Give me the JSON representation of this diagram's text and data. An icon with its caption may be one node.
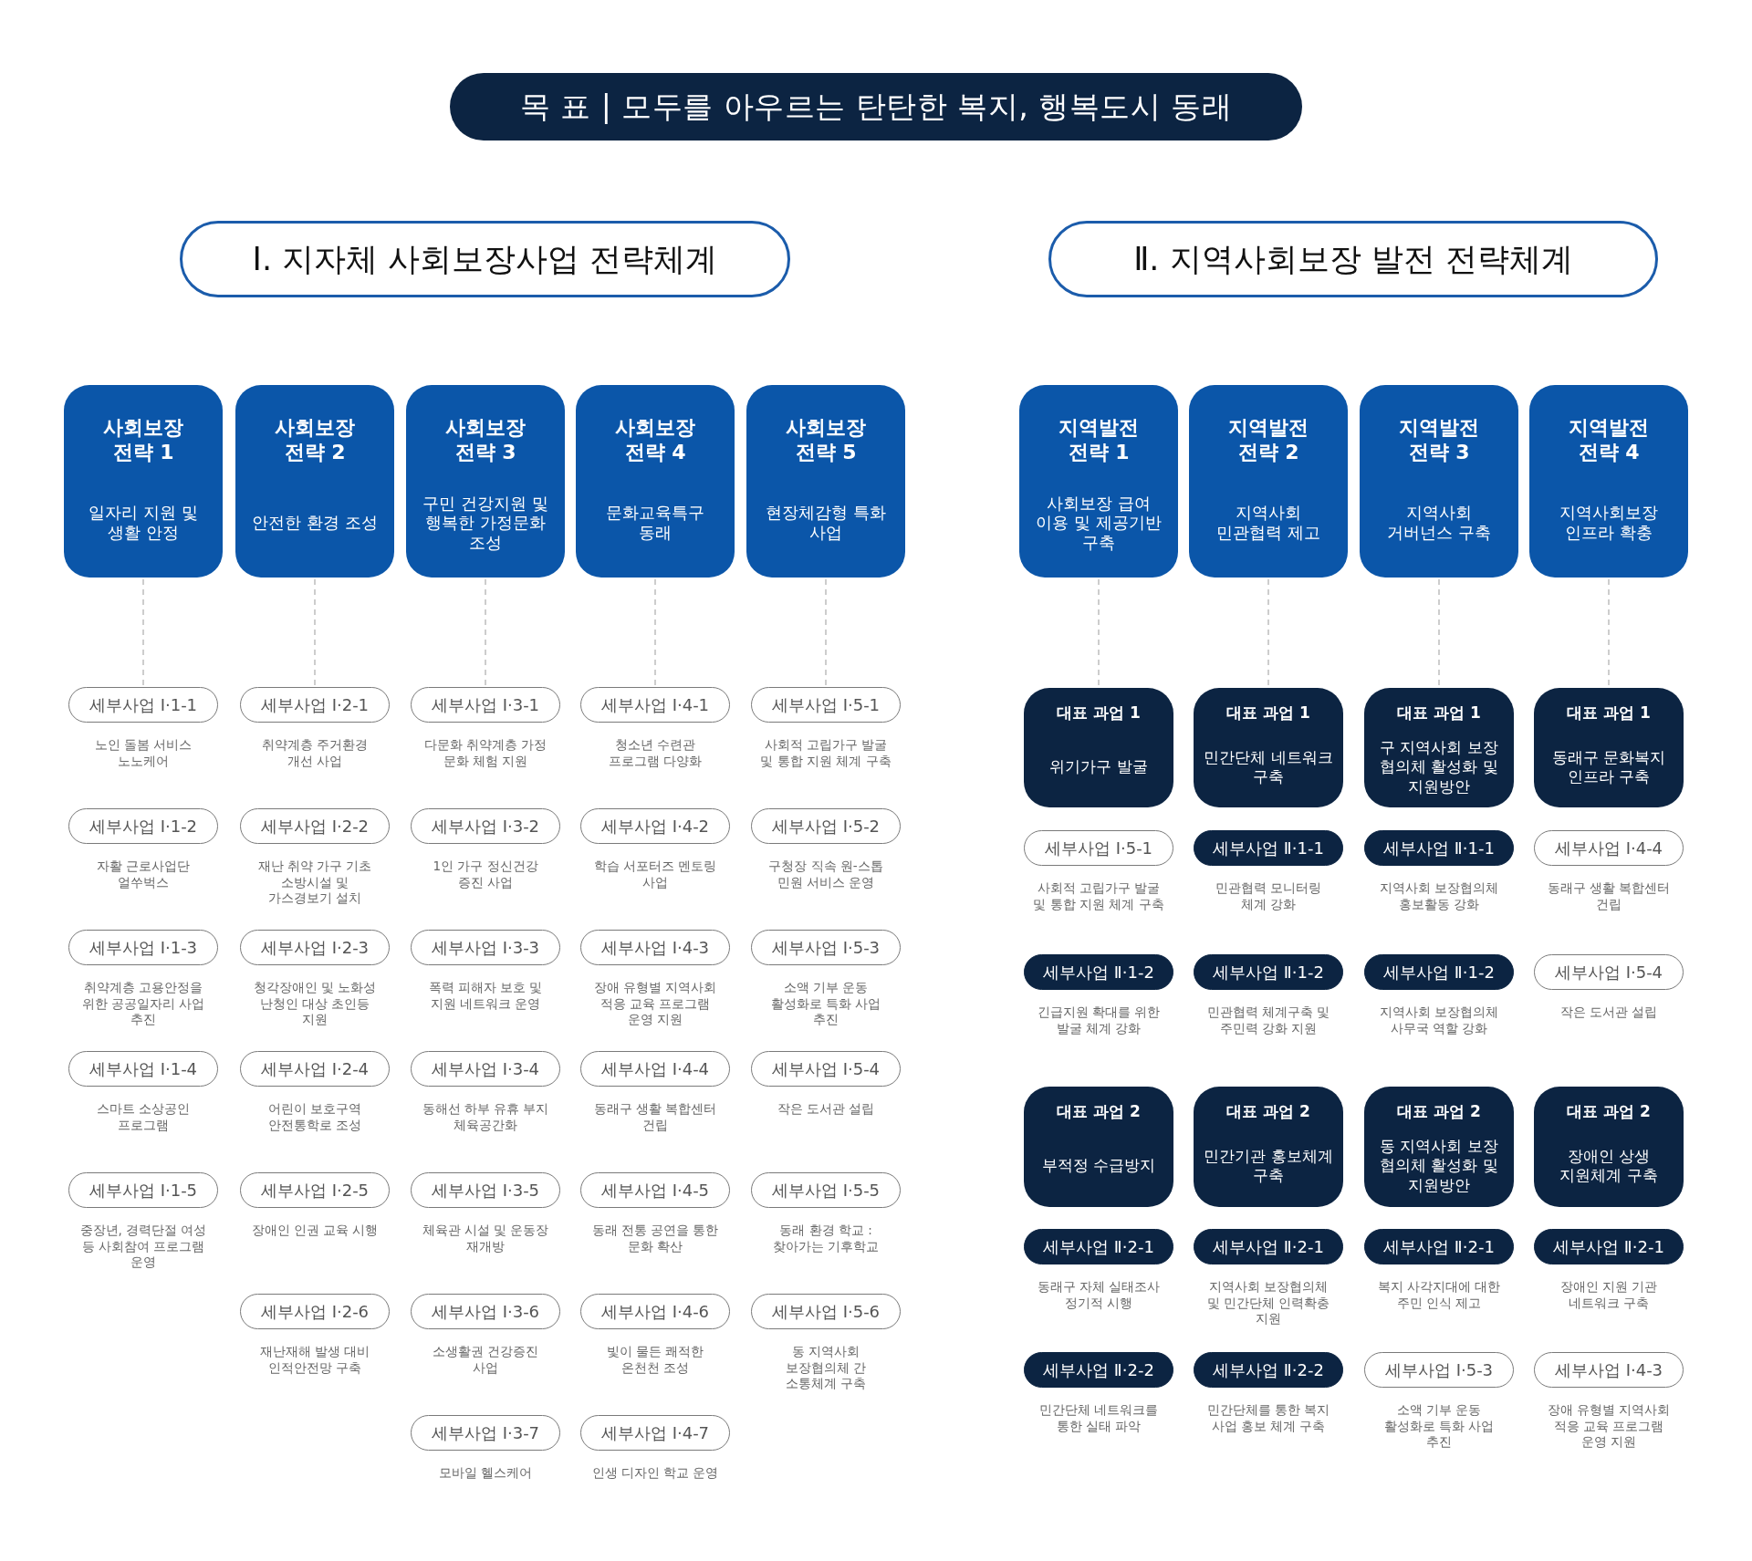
{
  "diagram": {
    "nodes": [
      {
        "text": [
          "목 표 | 모두를 아우르는 탄탄한 복지, 행복도시 동래"
        ]
      },
      {
        "text": [
          "Ⅰ. 지자체 사회보장사업 전략체계"
        ]
      },
      {
        "text": [
          "사회보장 전략 1",
          "일자리 지원 및 생활 안정"
        ]
      },
      {
        "text": [
          "세부사업 Ⅰ·1-1"
        ],
        "beside": [
          "노인 돌봄 서비스 노노케어"
        ]
      },
      {
        "text": [
          "세부사업 Ⅰ·1-2"
        ],
        "beside": [
          "자활 근로사업단 얼쑤벅스"
        ]
      },
      {
        "text": [
          "세부사업 Ⅰ·1-3"
        ],
        "beside": [
          "취약계층 고용안정을 위한 공공일자리 사업 추진"
        ]
      },
      {
        "text": [
          "세부사업 Ⅰ·1-4"
        ],
        "beside": [
          "스마트 소상공인 프로그램"
        ]
      },
      {
        "text": [
          "세부사업 Ⅰ·1-5"
        ],
        "beside": [
          "중장년, 경력단절 여성 등 사회참여 프로그램 운영"
        ]
      },
      {
        "text": [
          "사회보장 전략 2",
          "안전한 환경 조성"
        ]
      },
      {
        "text": [
          "세부사업 Ⅰ·2-1"
        ],
        "beside": [
          "취약계층 주거환경 개선 사업"
        ]
      },
      {
        "text": [
          "세부사업 Ⅰ·2-2"
        ],
        "beside": [
          "재난 취약 가구 기초 소방시설 및 가스경보기 설치"
        ]
      },
      {
        "text": [
          "세부사업 Ⅰ·2-3"
        ],
        "beside": [
          "청각장애인 및 노화성 난청인 대상 초인등 지원"
        ]
      },
      {
        "text": [
          "세부사업 Ⅰ·2-4"
        ],
        "beside": [
          "어린이 보호구역 안전통학로 조성"
        ]
      },
      {
        "text": [
          "세부사업 Ⅰ·2-5"
        ],
        "beside": [
          "장애인 인권 교육 시행"
        ]
      },
      {
        "text": [
          "세부사업 Ⅰ·2-6"
        ],
        "beside": [
          "재난재해 발생 대비 인적안전망 구축"
        ]
      },
      {
        "text": [
          "사회보장 전략 3",
          "구민 건강지원 및 행복한 가정문화 조성"
        ]
      },
      {
        "text": [
          "세부사업 Ⅰ·3-1"
        ],
        "beside": [
          "다문화 취약계층 가정 문화 체험 지원"
        ]
      },
      {
        "text": [
          "세부사업 Ⅰ·3-2"
        ],
        "beside": [
          "1인 가구 정신건강 증진 사업"
        ]
      },
      {
        "text": [
          "세부사업 Ⅰ·3-3"
        ],
        "beside": [
          "폭력 피해자 보호 및 지원 네트워크 운영"
        ]
      },
      {
        "text": [
          "세부사업 Ⅰ·3-4"
        ],
        "beside": [
          "동해선 하부 유휴 부지 체육공간화"
        ]
      },
      {
        "text": [
          "세부사업 Ⅰ·3-5"
        ],
        "beside": [
          "체육관 시설 및 운동장 재개방"
        ]
      },
      {
        "text": [
          "세부사업 Ⅰ·3-6"
        ],
        "beside": [
          "소생활권 건강증진 사업"
        ]
      },
      {
        "text": [
          "세부사업 Ⅰ·3-7"
        ],
        "beside": [
          "모바일 헬스케어"
        ]
      },
      {
        "text": [
          "사회보장 전략 4",
          "문화교육특구 동래"
        ]
      },
      {
        "text": [
          "세부사업 Ⅰ·4-1"
        ],
        "beside": [
          "청소년 수련관 프로그램 다양화"
        ]
      },
      {
        "text": [
          "세부사업 Ⅰ·4-2"
        ],
        "beside": [
          "학습 서포터즈 멘토링 사업"
        ]
      },
      {
        "text": [
          "세부사업 Ⅰ·4-3"
        ],
        "beside": [
          "장애 유형별 지역사회 적응 교육 프로그램 운영 지원"
        ]
      },
      {
        "text": [
          "세부사업 Ⅰ·4-4"
        ],
        "beside": [
          "동래구 생활 복합센터 건립"
        ]
      },
      {
        "text": [
          "세부사업 Ⅰ·4-5"
        ],
        "beside": [
          "동래 전통 공연을 통한 문화 확산"
        ]
      },
      {
        "text": [
          "세부사업 Ⅰ·4-6"
        ],
        "beside": [
          "빛이 물든 쾌적한 온천천 조성"
        ]
      },
      {
        "text": [
          "세부사업 Ⅰ·4-7"
        ],
        "beside": [
          "인생 디자인 학교 운영"
        ]
      },
      {
        "text": [
          "사회보장 전략 5",
          "현장체감형 특화 사업"
        ]
      },
      {
        "text": [
          "세부사업 Ⅰ·5-1"
        ],
        "beside": [
          "사회적 고립가구 발굴 및 통합 지원 체계 구축"
        ]
      },
      {
        "text": [
          "세부사업 Ⅰ·5-2"
        ],
        "beside": [
          "구청장 직속 원-스톱 민원 서비스 운영"
        ]
      },
      {
        "text": [
          "세부사업 Ⅰ·5-3"
        ],
        "beside": [
          "소액 기부 운동 활성화로 특화 사업 추진"
        ]
      },
      {
        "text": [
          "세부사업 Ⅰ·5-4"
        ],
        "beside": [
          "작은 도서관 설립"
        ]
      },
      {
        "text": [
          "세부사업 Ⅰ·5-5"
        ],
        "beside": [
          "동래 환경 학교 : 찾아가는 기후학교"
        ]
      },
      {
        "text": [
          "세부사업 Ⅰ·5-6"
        ],
        "beside": [
          "동 지역사회 보장협의체 간 소통체계 구축"
        ]
      },
      {
        "text": [
          "Ⅱ. 지역사회보장 발전 전략체계"
        ]
      },
      {
        "text": [
          "지역발전 전략 1",
          "사회보장 급여 이용 및 제공기반 구축"
        ]
      },
      {
        "text": [
          "대표 과업 1",
          "위기가구 발굴"
        ]
      },
      {
        "text": [
          "세부사업 Ⅰ·5-1"
        ],
        "beside": [
          "사회적 고립가구 발굴 및 통합 지원 체계 구축"
        ]
      },
      {
        "text": [
          "세부사업 Ⅱ·1-2"
        ],
        "beside": [
          "긴급지원 확대를 위한 발굴 체계 강화"
        ]
      },
      {
        "text": [
          "대표 과업 2",
          "부적정 수급방지"
        ]
      },
      {
        "text": [
          "세부사업 Ⅱ·2-1"
        ],
        "beside": [
          "동래구 자체 실태조사 정기적 시행"
        ]
      },
      {
        "text": [
          "세부사업 Ⅱ·2-2"
        ],
        "beside": [
          "민간단체 네트워크를 통한 실태 파악"
        ]
      },
      {
        "text": [
          "지역발전 전략 2",
          "지역사회 민관협력 제고"
        ]
      },
      {
        "text": [
          "대표 과업 1",
          "민간단체 네트워크 구축"
        ]
      },
      {
        "text": [
          "세부사업 Ⅱ·1-1"
        ],
        "beside": [
          "민관협력 모니터링 체계 강화"
        ]
      },
      {
        "text": [
          "세부사업 Ⅱ·1-2"
        ],
        "beside": [
          "민관협력 체계구축 및 주민력 강화 지원"
        ]
      },
      {
        "text": [
          "대표 과업 2",
          "민간기관 홍보체계 구축"
        ]
      },
      {
        "text": [
          "세부사업 Ⅱ·2-1"
        ],
        "beside": [
          "지역사회 보장협의체 및 민간단체 인력확충 지원"
        ]
      },
      {
        "text": [
          "세부사업 Ⅱ·2-2"
        ],
        "beside": [
          "민간단체를 통한 복지 사업 홍보 체계 구축"
        ]
      },
      {
        "text": [
          "지역발전 전략 3",
          "지역사회 거버넌스 구축"
        ]
      },
      {
        "text": [
          "대표 과업 1",
          "구 지역사회 보장 협의체 활성화 및 지원방안"
        ]
      },
      {
        "text": [
          "세부사업 Ⅱ·1-1"
        ],
        "beside": [
          "지역사회 보장협의체 홍보활동 강화"
        ]
      },
      {
        "text": [
          "세부사업 Ⅱ·1-2"
        ],
        "beside": [
          "지역사회 보장협의체 사무국 역할 강화"
        ]
      },
      {
        "text": [
          "대표 과업 2",
          "동 지역사회 보장 협의체 활성화 및 지원방안"
        ]
      },
      {
        "text": [
          "세부사업 Ⅱ·2-1"
        ],
        "beside": [
          "복지 사각지대에 대한 주민 인식 제고"
        ]
      },
      {
        "text": [
          "세부사업 Ⅰ·5-3"
        ],
        "beside": [
          "소액 기부 운동 활성화로 특화 사업 추진"
        ]
      },
      {
        "text": [
          "지역발전 전략 4",
          "지역사회보장 인프라 확충"
        ]
      },
      {
        "text": [
          "대표 과업 1",
          "동래구 문화복지 인프라 구축"
        ]
      },
      {
        "text": [
          "세부사업 Ⅰ·4-4"
        ],
        "beside": [
          "동래구 생활 복합센터 건립"
        ]
      },
      {
        "text": [
          "세부사업 Ⅰ·5-4"
        ],
        "beside": [
          "작은 도서관 설립"
        ]
      },
      {
        "text": [
          "대표 과업 2",
          "장애인 상생 지원체계 구축"
        ]
      },
      {
        "text": [
          "세부사업 Ⅱ·2-1"
        ],
        "beside": [
          "장애인 지원 기관 네트워크 구축"
        ]
      },
      {
        "text": [
          "세부사업 Ⅰ·4-3"
        ],
        "beside": [
          "장애 유형별 지역사회 적응 교육 프로그램 운영 지원"
        ]
      }
    ],
    "edges": [
      {
        "from": 2,
        "to": 3,
        "arrow": "none",
        "style": "dashed"
      },
      {
        "from": 8,
        "to": 9,
        "arrow": "none",
        "style": "dashed"
      },
      {
        "from": 15,
        "to": 16,
        "arrow": "none",
        "style": "dashed"
      },
      {
        "from": 23,
        "to": 24,
        "arrow": "none",
        "style": "dashed"
      },
      {
        "from": 31,
        "to": 32,
        "arrow": "none",
        "style": "dashed"
      },
      {
        "from": 39,
        "to": 40,
        "arrow": "none",
        "style": "dashed"
      },
      {
        "from": 46,
        "to": 47,
        "arrow": "none",
        "style": "dashed"
      },
      {
        "from": 53,
        "to": 54,
        "arrow": "none",
        "style": "dashed"
      },
      {
        "from": 60,
        "to": 61,
        "arrow": "none",
        "style": "dashed"
      }
    ]
  }
}
